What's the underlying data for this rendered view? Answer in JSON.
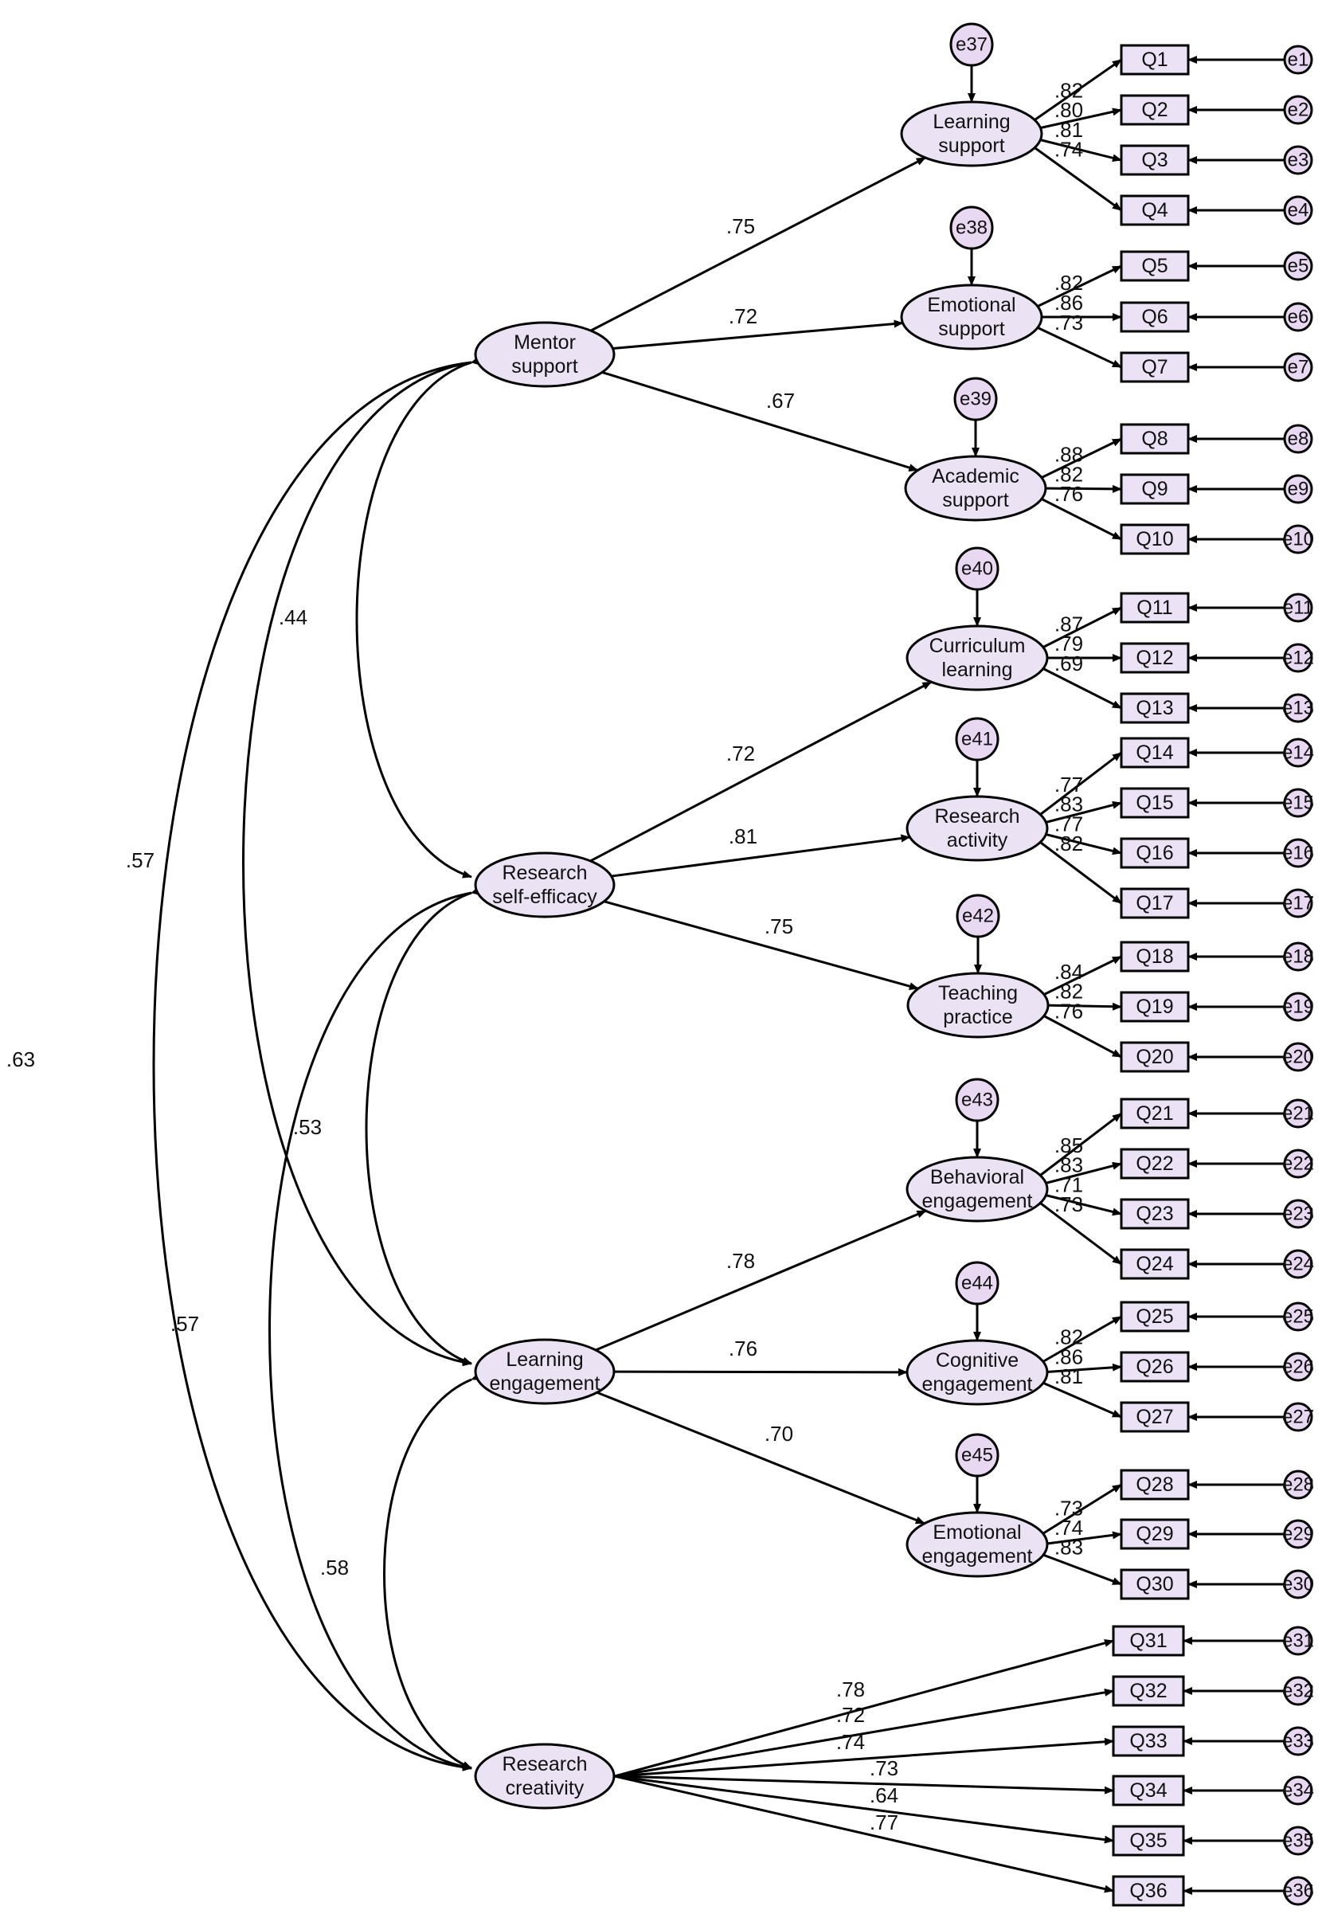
{
  "colors": {
    "ellipse_fill": "#ebe2f4",
    "rect_fill": "#ece2f6",
    "error_fill": "#e8d8f2",
    "stroke": "#000000"
  },
  "latents": [
    {
      "id": "mentor",
      "lines": [
        "Mentor",
        "support"
      ]
    },
    {
      "id": "rse",
      "lines": [
        "Research",
        "self-efficacy"
      ]
    },
    {
      "id": "le",
      "lines": [
        "Learning",
        "engagement"
      ]
    },
    {
      "id": "rc",
      "lines": [
        "Research",
        "creativity"
      ]
    }
  ],
  "factors": [
    {
      "id": "f1",
      "lines": [
        "Learning",
        "support"
      ],
      "error": "e37",
      "parent": "mentor",
      "path": ".75",
      "items": [
        {
          "q": "Q1",
          "e": "e1",
          "w": ".82"
        },
        {
          "q": "Q2",
          "e": "e2",
          "w": ".80"
        },
        {
          "q": "Q3",
          "e": "e3",
          "w": ".81"
        },
        {
          "q": "Q4",
          "e": "e4",
          "w": ".74"
        }
      ]
    },
    {
      "id": "f2",
      "lines": [
        "Emotional",
        "support"
      ],
      "error": "e38",
      "parent": "mentor",
      "path": ".72",
      "items": [
        {
          "q": "Q5",
          "e": "e5",
          "w": ".82"
        },
        {
          "q": "Q6",
          "e": "e6",
          "w": ".86"
        },
        {
          "q": "Q7",
          "e": "e7",
          "w": ".73"
        }
      ]
    },
    {
      "id": "f3",
      "lines": [
        "Academic",
        "support"
      ],
      "error": "e39",
      "parent": "mentor",
      "path": ".67",
      "items": [
        {
          "q": "Q8",
          "e": "e8",
          "w": ".88"
        },
        {
          "q": "Q9",
          "e": "e9",
          "w": ".82"
        },
        {
          "q": "Q10",
          "e": "e10",
          "w": ".76"
        }
      ]
    },
    {
      "id": "f4",
      "lines": [
        "Curriculum",
        "learning"
      ],
      "error": "e40",
      "parent": "rse",
      "path": ".72",
      "items": [
        {
          "q": "Q11",
          "e": "e11",
          "w": ".87"
        },
        {
          "q": "Q12",
          "e": "e12",
          "w": ".79"
        },
        {
          "q": "Q13",
          "e": "e13",
          "w": ".69"
        }
      ]
    },
    {
      "id": "f5",
      "lines": [
        "Research",
        "activity"
      ],
      "error": "e41",
      "parent": "rse",
      "path": ".81",
      "items": [
        {
          "q": "Q14",
          "e": "e14",
          "w": ".77"
        },
        {
          "q": "Q15",
          "e": "e15",
          "w": ".83"
        },
        {
          "q": "Q16",
          "e": "e16",
          "w": ".77"
        },
        {
          "q": "Q17",
          "e": "e17",
          "w": ".82"
        }
      ]
    },
    {
      "id": "f6",
      "lines": [
        "Teaching",
        "practice"
      ],
      "error": "e42",
      "parent": "rse",
      "path": ".75",
      "items": [
        {
          "q": "Q18",
          "e": "e18",
          "w": ".84"
        },
        {
          "q": "Q19",
          "e": "e19",
          "w": ".82"
        },
        {
          "q": "Q20",
          "e": "e20",
          "w": ".76"
        }
      ]
    },
    {
      "id": "f7",
      "lines": [
        "Behavioral",
        "engagement"
      ],
      "error": "e43",
      "parent": "le",
      "path": ".78",
      "items": [
        {
          "q": "Q21",
          "e": "e21",
          "w": ".85"
        },
        {
          "q": "Q22",
          "e": "e22",
          "w": ".83"
        },
        {
          "q": "Q23",
          "e": "e23",
          "w": ".71"
        },
        {
          "q": "Q24",
          "e": "e24",
          "w": ".73"
        }
      ]
    },
    {
      "id": "f8",
      "lines": [
        "Cognitive",
        "engagement"
      ],
      "error": "e44",
      "parent": "le",
      "path": ".76",
      "items": [
        {
          "q": "Q25",
          "e": "e25",
          "w": ".82"
        },
        {
          "q": "Q26",
          "e": "e26",
          "w": ".86"
        },
        {
          "q": "Q27",
          "e": "e27",
          "w": ".81"
        }
      ]
    },
    {
      "id": "f9",
      "lines": [
        "Emotional",
        "engagement"
      ],
      "error": "e45",
      "parent": "le",
      "path": ".70",
      "items": [
        {
          "q": "Q28",
          "e": "e28",
          "w": ".73"
        },
        {
          "q": "Q29",
          "e": "e29",
          "w": ".74"
        },
        {
          "q": "Q30",
          "e": "e30",
          "w": ".83"
        }
      ]
    }
  ],
  "direct_items": {
    "parent": "rc",
    "items": [
      {
        "q": "Q31",
        "e": "e31",
        "w": ".78"
      },
      {
        "q": "Q32",
        "e": "e32",
        "w": ".72"
      },
      {
        "q": "Q33",
        "e": "e33",
        "w": ".74"
      },
      {
        "q": "Q34",
        "e": "e34",
        "w": ".73"
      },
      {
        "q": "Q35",
        "e": "e35",
        "w": ".64"
      },
      {
        "q": "Q36",
        "e": "e36",
        "w": ".77"
      }
    ]
  },
  "correlations": [
    {
      "a": "mentor",
      "b": "rse",
      "value": ".44"
    },
    {
      "a": "mentor",
      "b": "le",
      "value": ".57"
    },
    {
      "a": "mentor",
      "b": "rc",
      "value": ".63"
    },
    {
      "a": "rse",
      "b": "le",
      "value": ".53"
    },
    {
      "a": "rse",
      "b": "rc",
      "value": ".57"
    },
    {
      "a": "le",
      "b": "rc",
      "value": ".58"
    }
  ]
}
